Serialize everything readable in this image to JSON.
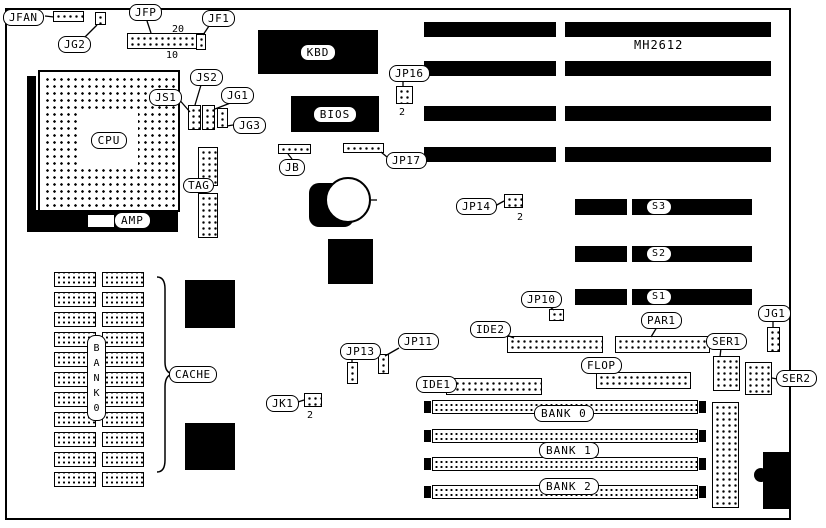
{
  "model_text": "MH2612",
  "callouts": {
    "jfan": "JFAN",
    "jfp": "JFP",
    "jf1": "JF1",
    "jg2": "JG2",
    "js2": "JS2",
    "js1": "JS1",
    "jg1_top": "JG1",
    "jg3": "JG3",
    "jb": "JB",
    "jp16": "JP16",
    "jp17": "JP17",
    "jp14": "JP14",
    "jp10": "JP10",
    "jg1_right": "JG1",
    "par1": "PAR1",
    "ser1": "SER1",
    "ser2": "SER2",
    "ide2": "IDE2",
    "ide1": "IDE1",
    "flop": "FLOP",
    "jp13": "JP13",
    "jp11": "JP11",
    "jk1": "JK1",
    "tag": "TAG",
    "cache": "CACHE"
  },
  "chips": {
    "cpu": "CPU",
    "kbd": "KBD",
    "bios": "BIOS",
    "amp": "AMP"
  },
  "slots": {
    "s3": "S3",
    "s2": "S2",
    "s1": "S1"
  },
  "memory": {
    "cache_bank_vertical": [
      "B",
      "A",
      "N",
      "K",
      "0"
    ],
    "simm_banks": [
      "BANK 0",
      "BANK 1",
      "BANK 2"
    ]
  },
  "pin_labels": {
    "jfp_top": "20",
    "jfp_bottom": "10",
    "jp16_pin": "2",
    "jp14_pin": "2",
    "jk1_pin": "2"
  },
  "colors": {
    "ink": "#000000",
    "paper": "#ffffff"
  }
}
